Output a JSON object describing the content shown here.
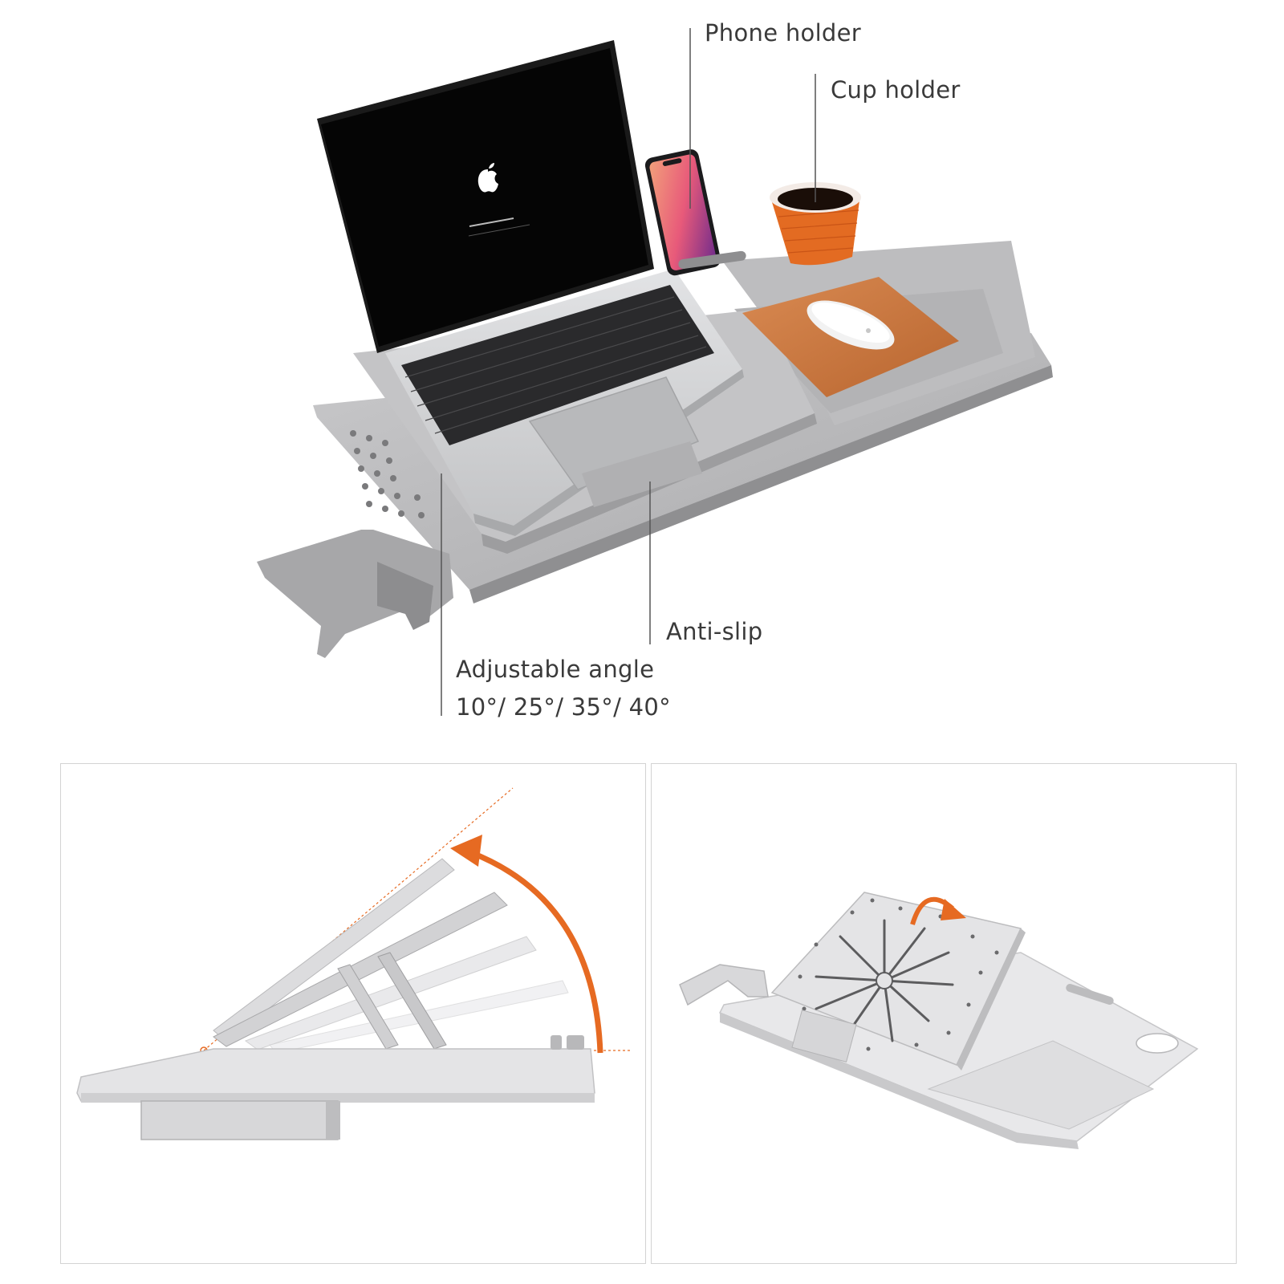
{
  "callouts": {
    "phone_holder": "Phone holder",
    "cup_holder": "Cup holder",
    "anti_slip": "Anti-slip",
    "adjustable_angle_title": "Adjustable angle",
    "adjustable_angle_values": "10°/ 25°/ 35°/ 40°"
  },
  "colors": {
    "tray_gray": "#b9b9bb",
    "accent_orange": "#e66a22",
    "mousepad_orange": "#c8733f",
    "laptop_silver": "#cfd0d2",
    "screen_black": "#050505"
  },
  "icons": {
    "apple_logo": "apple-logo-icon",
    "rotate_arrow": "curved-arrow-icon"
  }
}
